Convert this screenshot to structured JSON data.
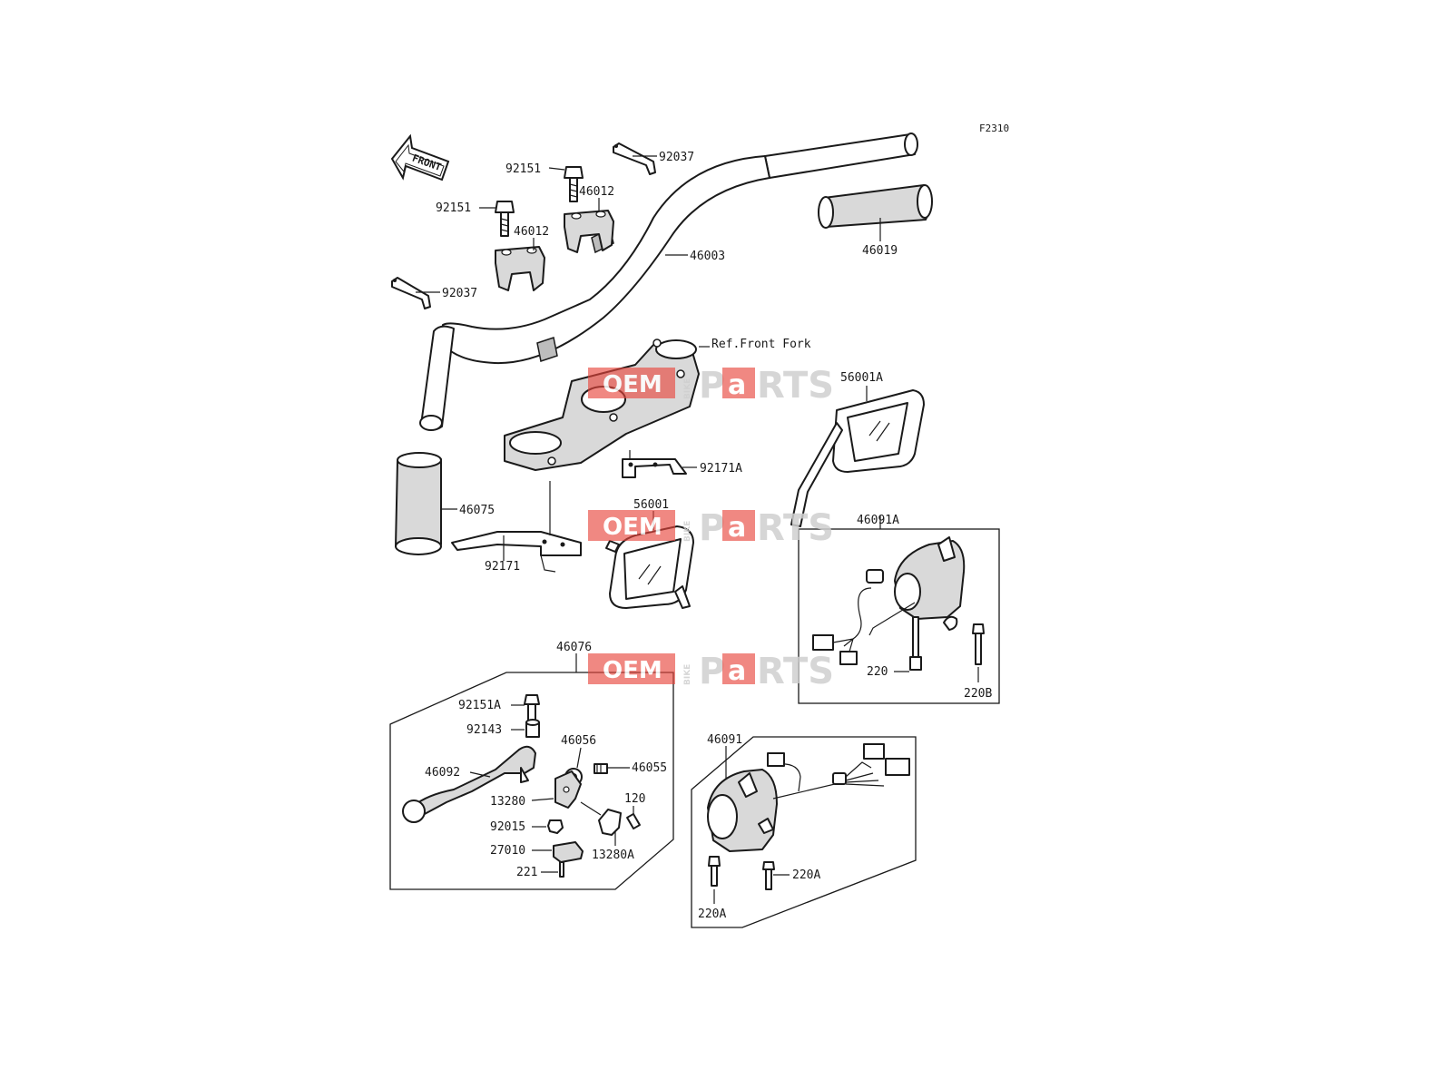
{
  "figure_code": "F2310",
  "front_arrow": {
    "text": "FRONT",
    "icon": "front-direction-arrow"
  },
  "watermark": {
    "oem": "OEM",
    "bike": "BIKE",
    "parts_a": "P",
    "parts_b": "a",
    "parts_c": "RTS",
    "accent": "#e8453c",
    "gray": "#cfcfcf"
  },
  "handlebar": {
    "bolt_left": "92151",
    "bolt_right": "92151",
    "holder_left": "46012",
    "holder_right": "46012",
    "clamp_left": "92037",
    "clamp_right": "92037",
    "bar": "46003",
    "grip_right": "46019",
    "grip_left": "46075"
  },
  "front_fork": {
    "ref": "Ref.Front Fork",
    "clamp_a": "92171A",
    "clamp_b": "92171"
  },
  "mirrors": {
    "right": "56001A",
    "left": "56001"
  },
  "switch_right": {
    "assembly": "46091A",
    "screw_a": "220",
    "screw_b": "220B"
  },
  "lever_group": {
    "assembly": "46076",
    "bolt": "92151A",
    "collar": "92143",
    "lever": "46092",
    "bushing": "46056",
    "screw": "46055",
    "holder": "13280",
    "nut": "92015",
    "switch": "27010",
    "screw_small": "221",
    "screw_120": "120",
    "holder_a": "13280A"
  },
  "switch_left": {
    "assembly": "46091",
    "screw_a": "220A",
    "screw_b": "220A"
  }
}
